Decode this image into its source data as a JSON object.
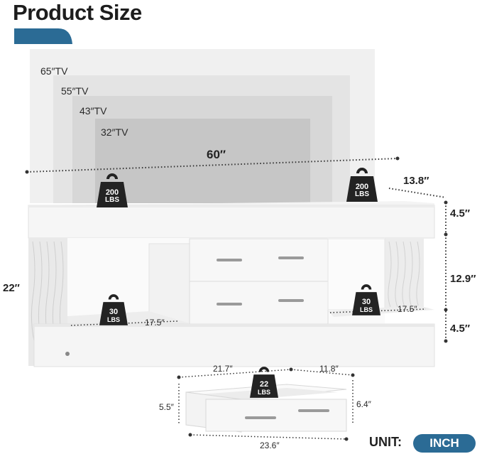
{
  "header": {
    "title": "Product Size"
  },
  "tv_sizes": [
    {
      "label": "65″TV"
    },
    {
      "label": "55″TV"
    },
    {
      "label": "43″TV"
    },
    {
      "label": "32″TV"
    }
  ],
  "dimensions": {
    "width": "60″",
    "depth": "13.8″",
    "top_height": "4.5″",
    "middle_height": "12.9″",
    "bottom_height": "4.5″",
    "total_height": "22″",
    "shelf_left": "17.5″",
    "shelf_right": "17.5″",
    "drawer_width": "21.7″",
    "drawer_depth": "11.8″",
    "drawer_height_left": "5.5″",
    "drawer_height_right": "6.4″",
    "drawer_front": "23.6″"
  },
  "weights": {
    "top_left": [
      "200",
      "LBS"
    ],
    "top_right": [
      "200",
      "LBS"
    ],
    "shelf_left": [
      "30",
      "LBS"
    ],
    "shelf_right": [
      "30",
      "LBS"
    ],
    "drawer": [
      "22",
      "LBS"
    ]
  },
  "unit": {
    "label": "UNIT:",
    "value": "INCH"
  },
  "colors": {
    "accent": "#2b6b95",
    "weight": "#232323"
  }
}
